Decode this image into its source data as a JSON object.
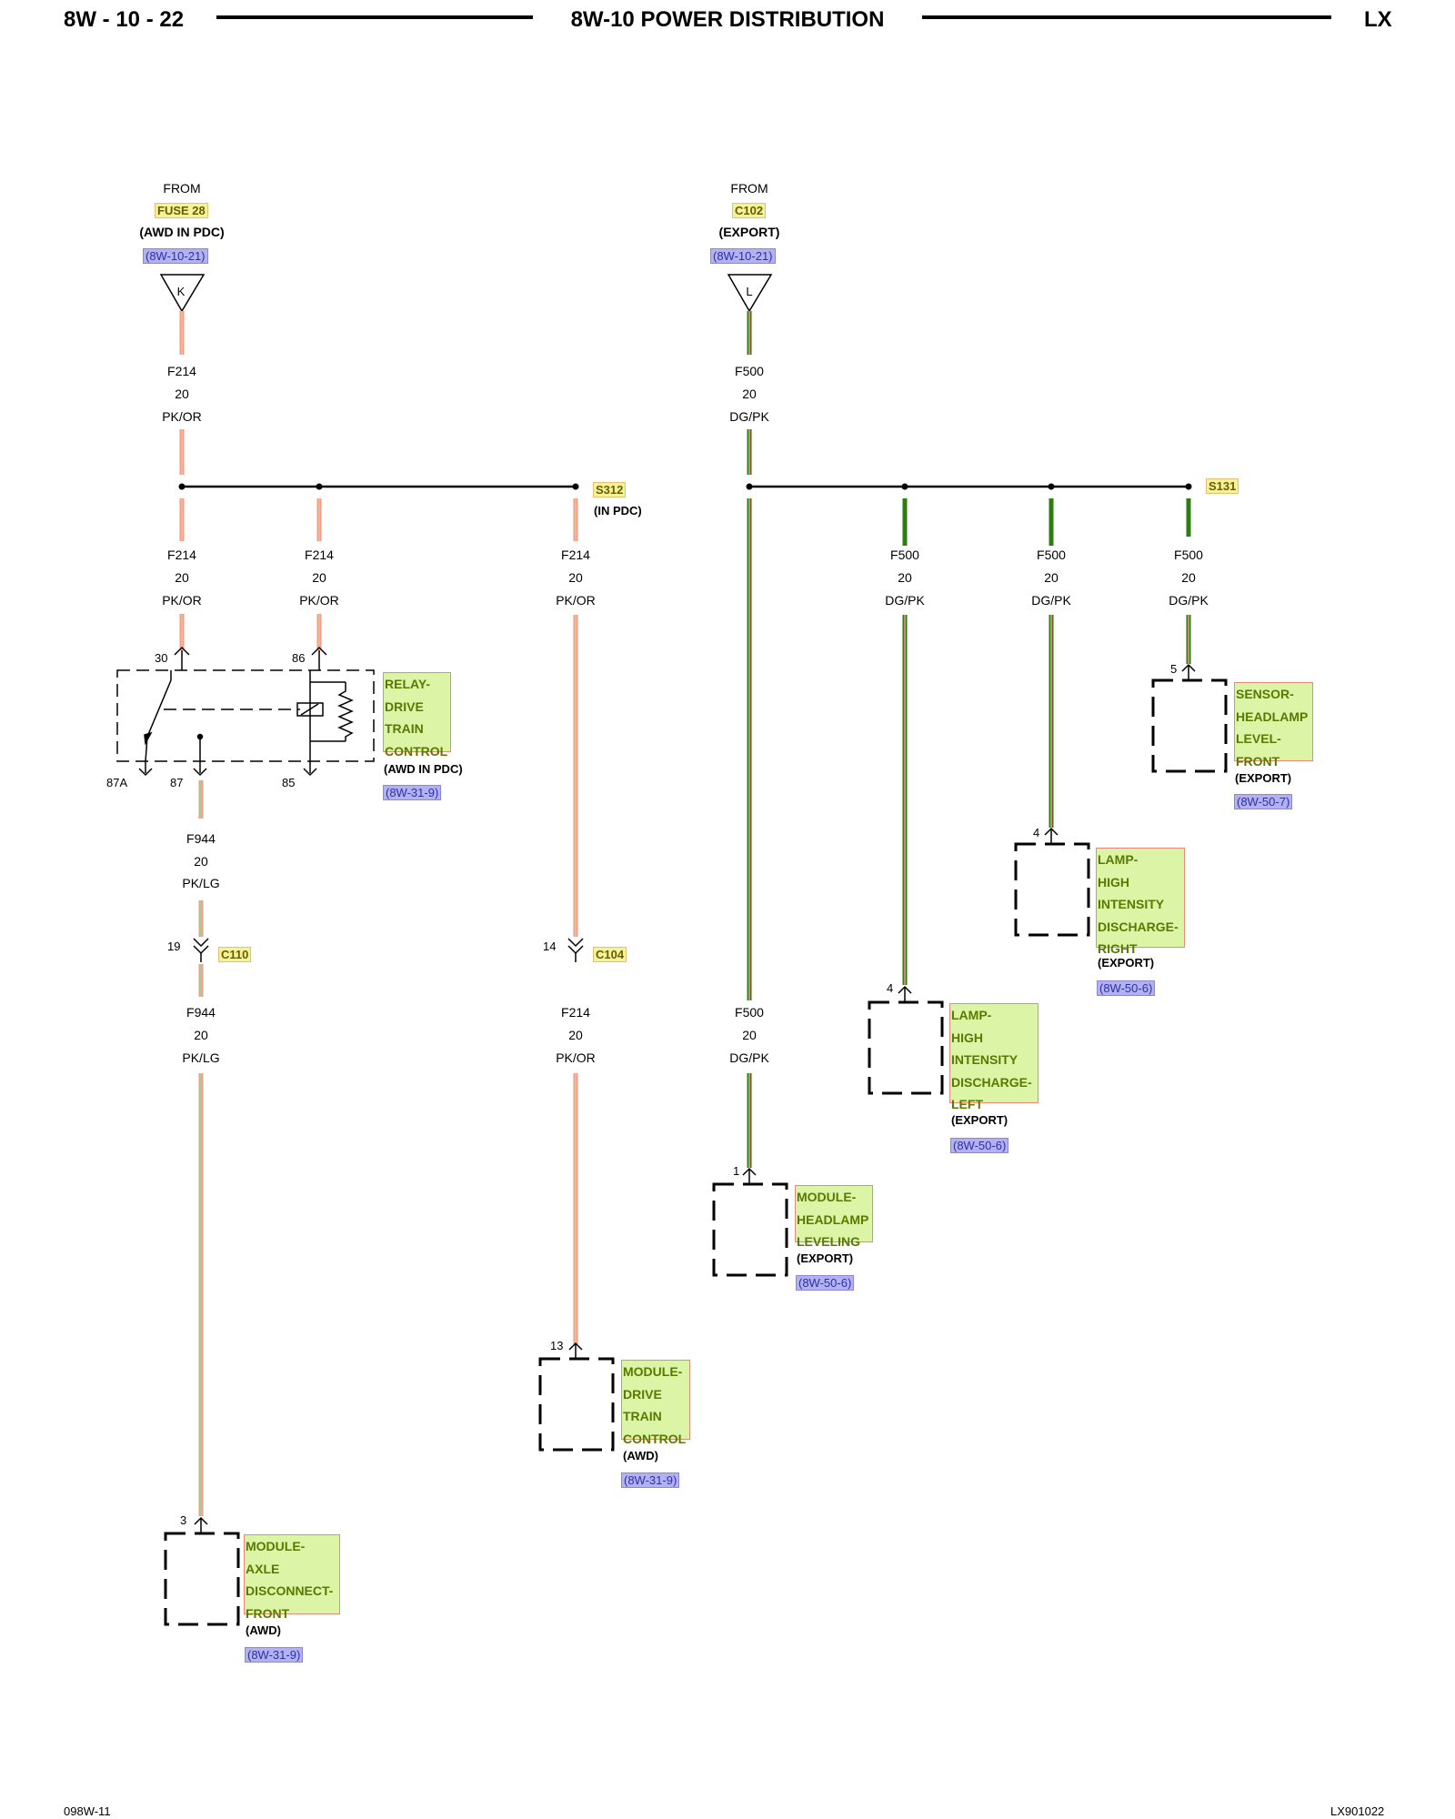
{
  "header": {
    "page": "8W - 10 - 22",
    "title": "8W-10 POWER DISTRIBUTION",
    "vehicle": "LX"
  },
  "footer": {
    "left_code": "098W-11",
    "right_code": "LX901022"
  },
  "sources": [
    {
      "from": "FROM",
      "name": "FUSE 28",
      "note": "(AWD IN PDC)",
      "ref": "(8W-10-21)",
      "pin": "K"
    },
    {
      "from": "FROM",
      "name": "C102",
      "note": "(EXPORT)",
      "ref": "(8W-10-21)",
      "pin": "L"
    }
  ],
  "wires": {
    "w1": {
      "circuit": "F214",
      "gauge": "20",
      "color": "PK/OR"
    },
    "w2": {
      "circuit": "F500",
      "gauge": "20",
      "color": "DG/PK"
    },
    "w3": {
      "circuit": "F214",
      "gauge": "20",
      "color": "PK/OR"
    },
    "w4": {
      "circuit": "F214",
      "gauge": "20",
      "color": "PK/OR"
    },
    "w5": {
      "circuit": "F214",
      "gauge": "20",
      "color": "PK/OR"
    },
    "w6": {
      "circuit": "F500",
      "gauge": "20",
      "color": "DG/PK"
    },
    "w7": {
      "circuit": "F500",
      "gauge": "20",
      "color": "DG/PK"
    },
    "w8": {
      "circuit": "F500",
      "gauge": "20",
      "color": "DG/PK"
    },
    "w9": {
      "circuit": "F944",
      "gauge": "20",
      "color": "PK/LG"
    },
    "w10": {
      "circuit": "F944",
      "gauge": "20",
      "color": "PK/LG"
    },
    "w11": {
      "circuit": "F214",
      "gauge": "20",
      "color": "PK/OR"
    },
    "w12": {
      "circuit": "F500",
      "gauge": "20",
      "color": "DG/PK"
    }
  },
  "splices": {
    "s312": {
      "name": "S312",
      "note": "(IN PDC)"
    },
    "s131": {
      "name": "S131"
    }
  },
  "connectors": {
    "c110": {
      "name": "C110",
      "pin": "19"
    },
    "c104": {
      "name": "C104",
      "pin": "14"
    }
  },
  "relay": {
    "lines": [
      "RELAY-",
      "DRIVE",
      "TRAIN",
      "CONTROL"
    ],
    "note": "(AWD IN PDC)",
    "ref": "(8W-31-9)",
    "pins": {
      "p30": "30",
      "p86": "86",
      "p87a": "87A",
      "p87": "87",
      "p85": "85"
    }
  },
  "components": {
    "sensor_headlamp": {
      "lines": [
        "SENSOR-",
        "HEADLAMP",
        "LEVEL-",
        "FRONT"
      ],
      "note": "(EXPORT)",
      "ref": "(8W-50-7)",
      "pin": "5"
    },
    "lamp_right": {
      "lines": [
        "LAMP-",
        "HIGH",
        "INTENSITY",
        "DISCHARGE-",
        "RIGHT"
      ],
      "note": "(EXPORT)",
      "ref": "(8W-50-6)",
      "pin": "4"
    },
    "lamp_left": {
      "lines": [
        "LAMP-",
        "HIGH",
        "INTENSITY",
        "DISCHARGE-",
        "LEFT"
      ],
      "note": "(EXPORT)",
      "ref": "(8W-50-6)",
      "pin": "4"
    },
    "headlamp_leveling": {
      "lines": [
        "MODULE-",
        "HEADLAMP",
        "LEVELING"
      ],
      "note": "(EXPORT)",
      "ref": "(8W-50-6)",
      "pin": "1"
    },
    "dtc_module": {
      "lines": [
        "MODULE-",
        "DRIVE",
        "TRAIN",
        "CONTROL"
      ],
      "note": "(AWD)",
      "ref": "(8W-31-9)",
      "pin": "13"
    },
    "axle_module": {
      "lines": [
        "MODULE-",
        "AXLE",
        "DISCONNECT-",
        "FRONT"
      ],
      "note": "(AWD)",
      "ref": "(8W-31-9)",
      "pin": "3"
    }
  },
  "wire_colors": {
    "PK/OR": [
      "#f49a8e",
      "#f6c08a"
    ],
    "DG/PK": [
      "#2e7d10",
      "#f49a8e"
    ],
    "PK/LG": [
      "#f49a8e",
      "#8fde8f"
    ]
  }
}
